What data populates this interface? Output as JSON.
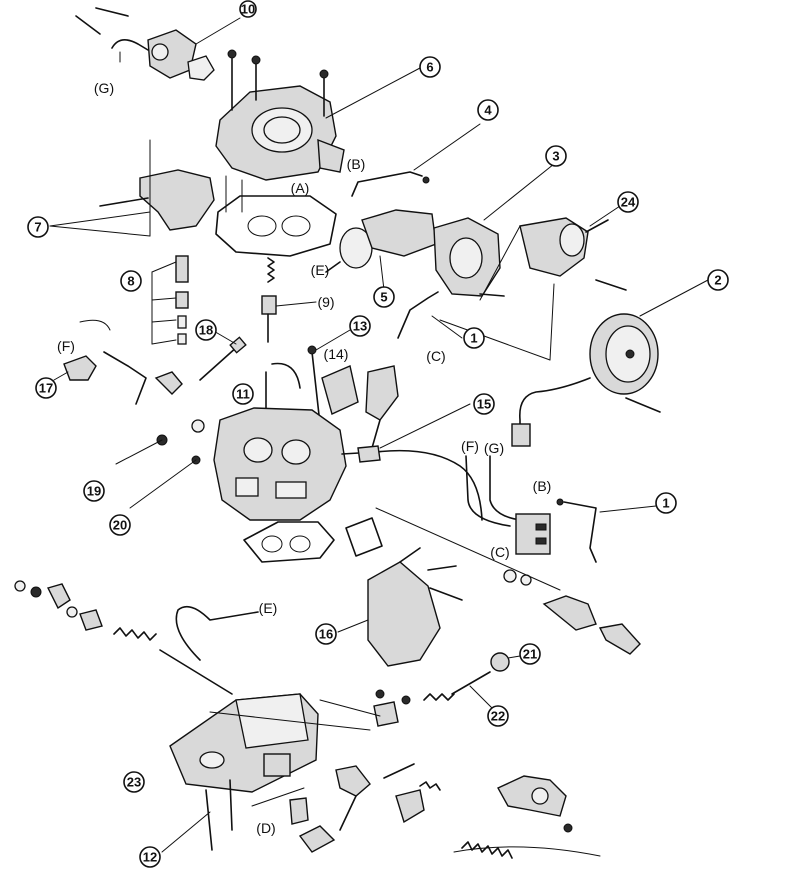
{
  "callouts": [
    {
      "id": "10",
      "label": "10"
    },
    {
      "id": "6",
      "label": "6"
    },
    {
      "id": "4",
      "label": "4"
    },
    {
      "id": "3",
      "label": "3"
    },
    {
      "id": "24",
      "label": "24"
    },
    {
      "id": "2",
      "label": "2"
    },
    {
      "id": "7",
      "label": "7"
    },
    {
      "id": "8",
      "label": "8"
    },
    {
      "id": "9",
      "label": "(9)"
    },
    {
      "id": "5",
      "label": "5"
    },
    {
      "id": "1a",
      "label": "1"
    },
    {
      "id": "18",
      "label": "18"
    },
    {
      "id": "13",
      "label": "13"
    },
    {
      "id": "14",
      "label": "(14)"
    },
    {
      "id": "11",
      "label": "11"
    },
    {
      "id": "17",
      "label": "17"
    },
    {
      "id": "15",
      "label": "15"
    },
    {
      "id": "19",
      "label": "19"
    },
    {
      "id": "20",
      "label": "20"
    },
    {
      "id": "1b",
      "label": "1"
    },
    {
      "id": "16",
      "label": "16"
    },
    {
      "id": "21",
      "label": "21"
    },
    {
      "id": "22",
      "label": "22"
    },
    {
      "id": "23",
      "label": "23"
    },
    {
      "id": "12",
      "label": "12"
    }
  ],
  "letters": [
    {
      "id": "G1",
      "label": "(G)"
    },
    {
      "id": "A",
      "label": "(A)"
    },
    {
      "id": "B1",
      "label": "(B)"
    },
    {
      "id": "E1",
      "label": "(E)"
    },
    {
      "id": "C1",
      "label": "(C)"
    },
    {
      "id": "F1",
      "label": "(F)"
    },
    {
      "id": "F2",
      "label": "(F)"
    },
    {
      "id": "G2",
      "label": "(G)"
    },
    {
      "id": "B2",
      "label": "(B)"
    },
    {
      "id": "C2",
      "label": "(C)"
    },
    {
      "id": "E2",
      "label": "(E)"
    },
    {
      "id": "D",
      "label": "(D)"
    }
  ]
}
